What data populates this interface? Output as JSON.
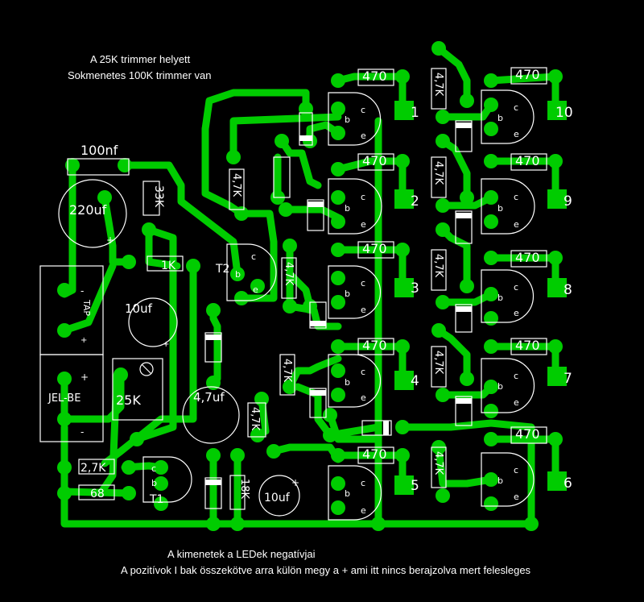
{
  "notes": {
    "top_line1": "A 25K trimmer helyett",
    "top_line2": "Sokmenetes 100K trimmer van",
    "bottom_line1": "A kimenetek a LEDek negatívjai",
    "bottom_line2": "A pozitívok I bak összekötve arra külön megy  a +  ami itt nincs berajzolva mert felesleges"
  },
  "components": {
    "c_100nf": "100nf",
    "c_220uf": "220uf",
    "c_10uf_a": "10uf",
    "c_4_7uf": "4,7uf",
    "c_10uf_b": "10uf",
    "r_33k": "33K",
    "r_1k": "1K",
    "r_2_7k": "2,7K",
    "r_68": "68",
    "r_18k": "18K",
    "r_4_7k": "4,7K",
    "r_470": "470",
    "trimmer_25k": "25K",
    "t1": "T1",
    "t2": "T2",
    "conn_tap": "TAP",
    "conn_jelbe": "JEL-BE",
    "plus": "+",
    "minus": "-",
    "pin_c": "c",
    "pin_b": "b",
    "pin_e": "e"
  },
  "outputs": [
    "1",
    "2",
    "3",
    "4",
    "5",
    "6",
    "7",
    "8",
    "9",
    "10"
  ],
  "colors": {
    "background": "#000000",
    "trace": "#00cc00",
    "silkscreen": "#ffffff"
  }
}
